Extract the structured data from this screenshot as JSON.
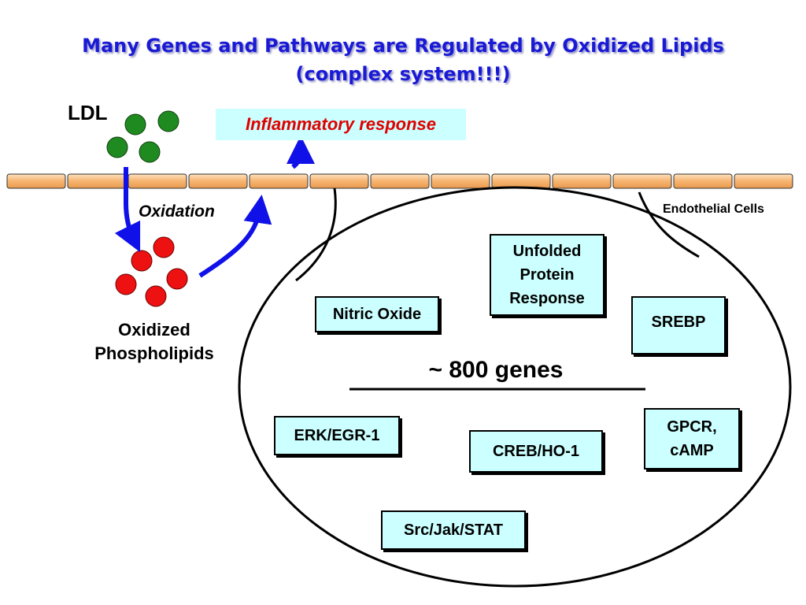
{
  "title": {
    "line1": "Many Genes and Pathways are Regulated by Oxidized Lipids",
    "line2": "(complex system!!!)"
  },
  "labels": {
    "ldl": "LDL",
    "oxidation": "Oxidation",
    "oxidized_phospholipids": "Oxidized Phospholipids",
    "endothelial_cells": "Endothelial Cells",
    "inflammatory_response": "Inflammatory response",
    "genes": "~ 800 genes"
  },
  "pathway_boxes": {
    "unfolded_protein_response": "Unfolded Protein Response",
    "nitric_oxide": "Nitric Oxide",
    "srebp": "SREBP",
    "erk_egr1": "ERK/EGR-1",
    "creb_ho1": "CREB/HO-1",
    "gpcr_camp": "GPCR, cAMP",
    "src_jak_stat": "Src/Jak/STAT"
  },
  "colors": {
    "title": "#1a1ad6",
    "arrows": "#1010e8",
    "ldl_particles": "#1f8a1f",
    "oxidized_particles": "#ee1111",
    "membrane": "#f6b470",
    "box_fill": "#ccffff",
    "inflammatory_text": "#e00000"
  }
}
